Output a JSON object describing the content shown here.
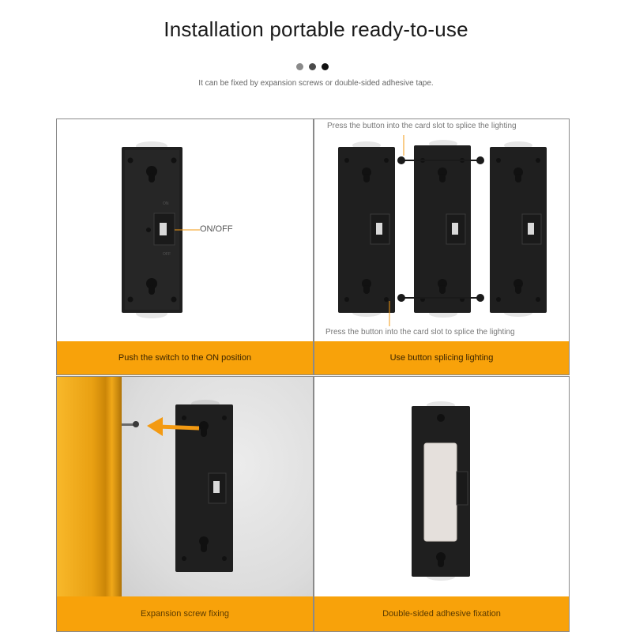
{
  "header": {
    "title": "Installation portable ready-to-use",
    "subtitle": "It can be fixed by expansion screws or double-sided adhesive tape."
  },
  "panels": [
    {
      "caption": "Push the switch to the ON position",
      "callout": "ON/OFF"
    },
    {
      "caption": "Use button splicing lighting",
      "top_note": "Press the button into the card slot to splice the lighting",
      "bottom_note": "Press the button into the card slot to splice the lighting"
    },
    {
      "caption": "Expansion screw fixing"
    },
    {
      "caption": "Double-sided adhesive fixation"
    }
  ],
  "colors": {
    "accent": "#f8a20a",
    "device": "#1e1e1e",
    "arrow": "#f39a12"
  }
}
